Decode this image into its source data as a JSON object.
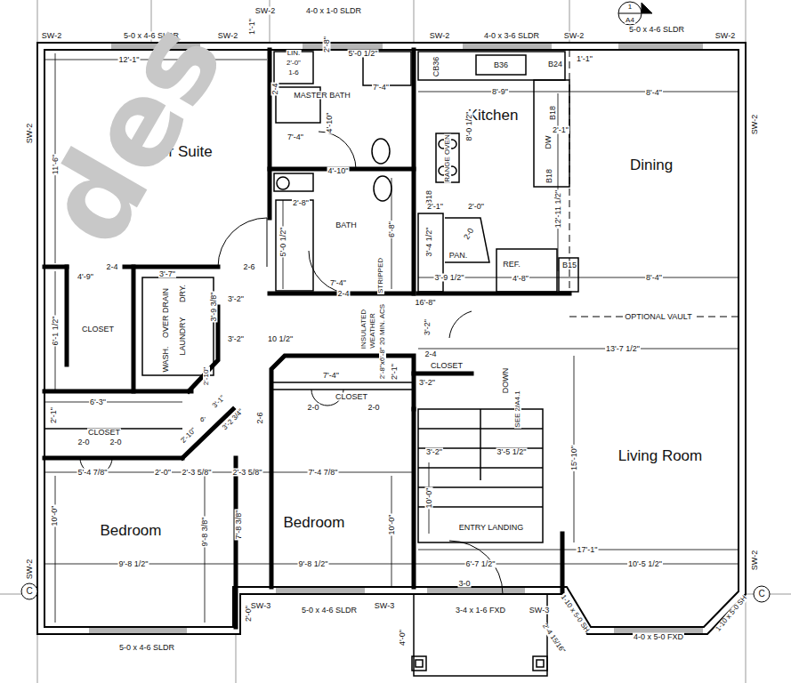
{
  "diagram": {
    "labels": [
      "SW-2",
      "5-0 x 4-6 SLDR",
      "SW-2",
      "SW-2",
      "4-0 x 1-0 SLDR",
      "1'-1\"",
      "SW-2",
      "4-0 x 3-6 SLDR",
      "SW-2",
      "5-0 x 4-6 SLDR",
      "SW-2",
      "1",
      "A4",
      "12'-1\"",
      "LIN.",
      "2'-0\"",
      "1-6",
      "2'-8\"",
      "5'-0 1/2\"",
      "2-4",
      "MASTER BATH",
      "4'-10\"",
      "7'-4\"",
      "7'-4\"",
      "CB36",
      "B36",
      "B24",
      "1'-1\"",
      "8'-9\"",
      "8'-4\"",
      "Kitchen",
      "B18",
      "Dining",
      "SW-2",
      "SW-2",
      "11'-6\"",
      "Master Suite",
      "8'-0 1/2\"",
      "DW",
      "2'-1\"",
      "RANGE OVEN",
      "12'-11 1/2\"",
      "B18",
      "4'-10\"",
      "2'-8\"",
      "BATH",
      "5'-0 1/2\"",
      "6'-8\"",
      "B18",
      "2'-1\"",
      "2'-0\"",
      "2-0",
      "PAN.",
      "REF.",
      "4'-8\"",
      "B15",
      "8'-4\"",
      "3'-4 1/2\"",
      "3'-9 1/2\"",
      "7'-4\"",
      "2-4",
      "2-6",
      "2-4",
      "4'-9\"",
      "3'-7\"",
      "STRIPPED",
      "INSULATED",
      "WEATHER",
      "2'-8\"x6'-8\" 20 MIN. ACS",
      "16'-8\"",
      "OPTIONAL VAULT",
      "6'-1 1/2\"",
      "CLOSET",
      "OVER DRAIN",
      "WASH.",
      "DRY.",
      "LAUNDRY",
      "3'-9 3/8\"",
      "3'-2\"",
      "3'-2\"",
      "10 1/2\"",
      "3'-2\"",
      "13'-7 1/2\"",
      "2-4",
      "CLOSET",
      "3'-2\"",
      "DOWN",
      "SEE 2/A4.1",
      "7'-4\"",
      "2'-1\"",
      "CLOSET",
      "2-0",
      "2-0",
      "2'-10\"",
      "6'-3\"",
      "2'-1\"",
      "CLOSET",
      "2-0",
      "2-0",
      "2'-10\"",
      "6'",
      "3'-2 3/4\"",
      "3'-1\"",
      "2-6",
      "3'-2\"",
      "3'-5 1/2\"",
      "15'-10\"",
      "Living Room",
      "5'-4 7/8\"",
      "2'-0\"",
      "2'-3 5/8\"",
      "2'-3 5/8\"",
      "7'-4 7/8\"",
      "10'-0\"",
      "Bedroom",
      "Bedroom",
      "10'-0\"",
      "9'-8 3/8\"",
      "7'-8 3/8\"",
      "10'-0\"",
      "ENTRY LANDING",
      "SW-2",
      "9'-8 1/2\"",
      "9'-8 1/2\"",
      "17'-1\"",
      "6'-7 1/2\"",
      "10'-5 1/2\"",
      "3-0",
      "SW-2",
      "2'-0\"",
      "SW-3",
      "5-0 x 4-6 SLDR",
      "SW-3",
      "3-4 x 1-6 FXD",
      "SW-3",
      "1-10 x 5-0 SH",
      "2'-4 15/16\"",
      "4-0 x 5-0 FXD",
      "1-10 x 5-0 SH",
      "4'-0\"",
      "5-0 x 4-6 SLDR",
      "C",
      "C",
      "des"
    ]
  }
}
